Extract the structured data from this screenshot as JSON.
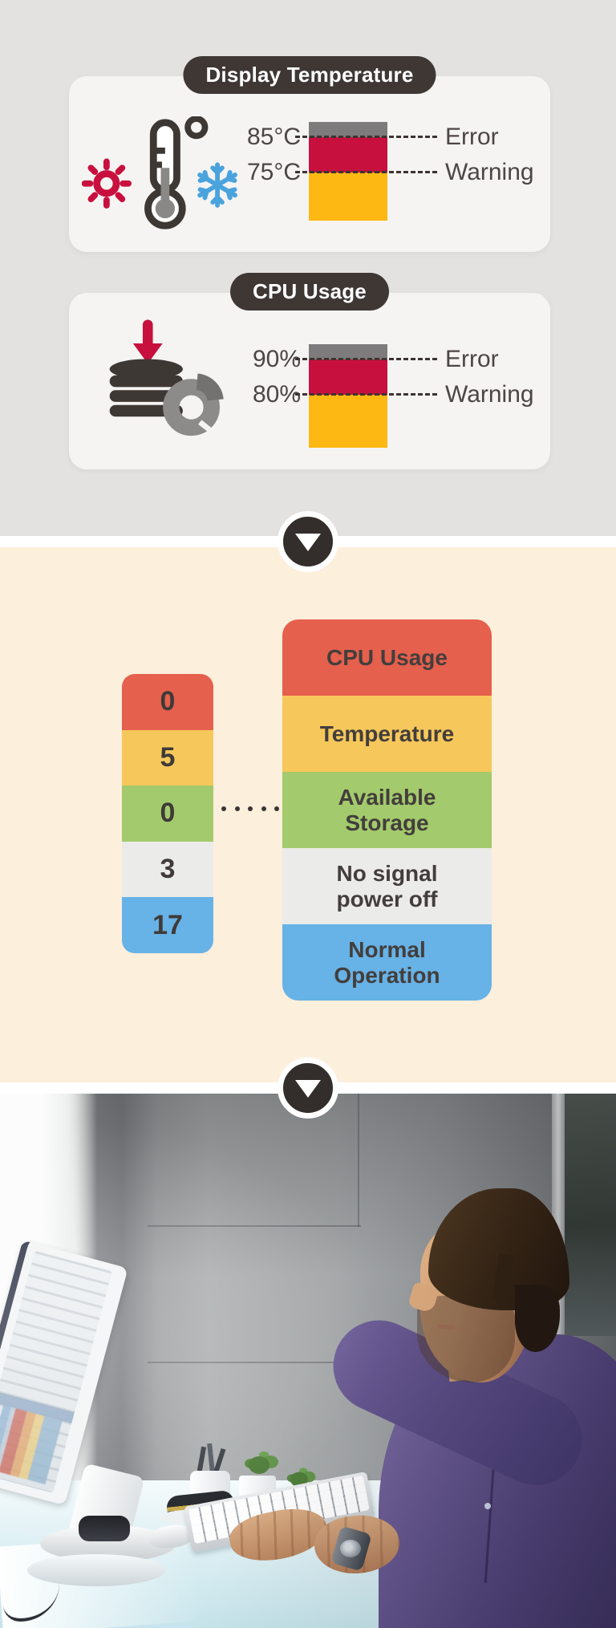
{
  "header_cards": [
    {
      "title": "Display Temperature",
      "icon": "temperature-icon",
      "thresholds": [
        {
          "value": "85°C",
          "label": "Error"
        },
        {
          "value": "75°C",
          "label": "Warning"
        }
      ]
    },
    {
      "title": "CPU Usage",
      "icon": "cpu-usage-icon",
      "thresholds": [
        {
          "value": "90%",
          "label": "Error"
        },
        {
          "value": "80%",
          "label": "Warning"
        }
      ]
    }
  ],
  "status_mapping": {
    "counts": [
      "0",
      "5",
      "0",
      "3",
      "17"
    ],
    "categories": [
      "CPU Usage",
      "Temperature",
      "Available Storage",
      "No signal power off",
      "Normal Operation"
    ],
    "row_colors": [
      "#e5604d",
      "#f6c75b",
      "#a3ca6c",
      "#ebebe9",
      "#67b2e6"
    ]
  },
  "colors": {
    "page_gray_bg": "#e3e2e1",
    "card_bg": "#f5f4f3",
    "pill_bg": "#3e3734",
    "bar_gray": "#7d7b7c",
    "bar_red": "#c8103e",
    "bar_yellow": "#fdb813",
    "cream_bg": "#fcefdc",
    "text_dark": "#4c4645",
    "accent_blue": "#4aa3dd"
  },
  "divider_icon": "arrow-down"
}
